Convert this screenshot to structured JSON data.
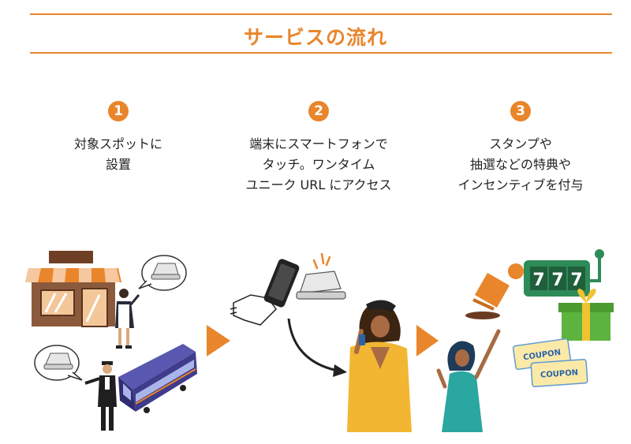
{
  "title": "サービスの流れ",
  "steps": [
    {
      "number": "1",
      "lines": [
        "対象スポットに",
        "設置"
      ]
    },
    {
      "number": "2",
      "lines": [
        "端末にスマートフォンで",
        "タッチ。ワンタイム",
        "ユニーク URL にアクセス"
      ]
    },
    {
      "number": "3",
      "lines": [
        "スタンプや",
        "抽選などの特典や",
        "インセンティブを付与"
      ]
    }
  ],
  "illustration": {
    "slot_symbols": [
      "7",
      "7",
      "7"
    ],
    "coupon_labels": [
      "COUPON",
      "COUPON"
    ]
  },
  "colors": {
    "accent": "#e9852b",
    "shop_brown": "#7a4a2e",
    "train_purple": "#3f3c8c",
    "woman_yellow": "#f2b632",
    "woman_teal": "#2aa7a0",
    "slot_green": "#2e8b57",
    "gift_green": "#5cb33d",
    "coupon_yellow": "#fbe9a8"
  },
  "icons": [
    "nfc-device-icon",
    "speech-bubble-icon",
    "arrow-right-icon",
    "phone-hand-icon",
    "stamp-icon",
    "slot-machine-icon",
    "gift-icon",
    "coupon-icon"
  ]
}
